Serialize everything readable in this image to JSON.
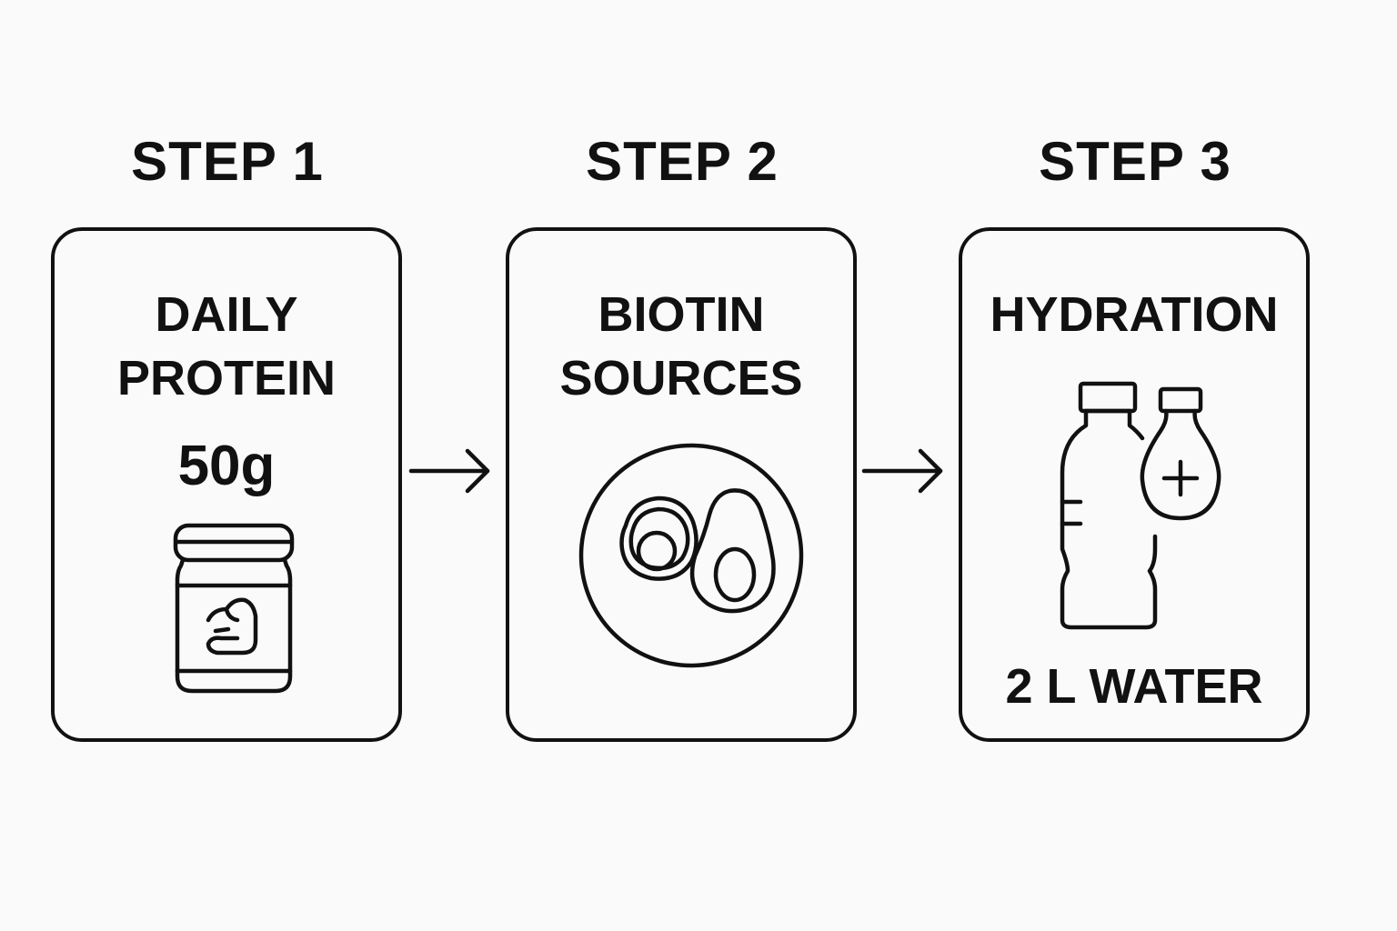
{
  "steps": [
    {
      "label": "STEP 1",
      "title_lines": [
        "DAILY",
        "PROTEIN"
      ],
      "value": "50g",
      "icon": "protein-jar-icon"
    },
    {
      "label": "STEP 2",
      "title_lines": [
        "BIOTIN",
        "SOURCES"
      ],
      "icon": "egg-avocado-plate-icon"
    },
    {
      "label": "STEP 3",
      "title_lines": [
        "HYDRATION"
      ],
      "value": "2 L WATER",
      "icon": "water-bottle-drop-icon"
    }
  ],
  "connectors": [
    "arrow-right-icon",
    "arrow-right-icon"
  ],
  "colors": {
    "background": "#fafafa",
    "stroke": "#111111"
  }
}
